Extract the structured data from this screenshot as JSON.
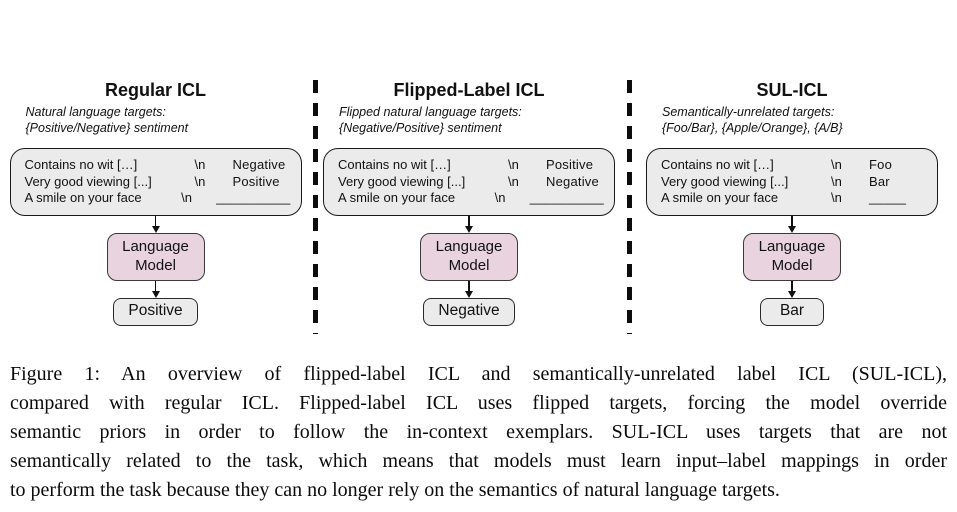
{
  "figure": {
    "panels": [
      {
        "title": "Regular ICL",
        "subtitle_line1": "Natural language targets:",
        "subtitle_line2": "{Positive/Negative} sentiment",
        "rows": [
          {
            "text": "Contains no wit […]",
            "sep": "\\n",
            "label": "Negative"
          },
          {
            "text": "Very good viewing [...]",
            "sep": "\\n",
            "label": "Positive"
          },
          {
            "text": "A smile on your face",
            "sep": "\\n",
            "label": "__________"
          }
        ],
        "model_line1": "Language",
        "model_line2": "Model",
        "output": "Positive"
      },
      {
        "title": "Flipped-Label ICL",
        "subtitle_line1": "Flipped natural language targets:",
        "subtitle_line2": "{Negative/Positive} sentiment",
        "rows": [
          {
            "text": "Contains no wit […]",
            "sep": "\\n",
            "label": "Positive"
          },
          {
            "text": "Very good viewing [...]",
            "sep": "\\n",
            "label": "Negative"
          },
          {
            "text": "A smile on your face",
            "sep": "\\n",
            "label": "__________"
          }
        ],
        "model_line1": "Language",
        "model_line2": "Model",
        "output": "Negative"
      },
      {
        "title": "SUL-ICL",
        "subtitle_line1": "Semantically-unrelated targets:",
        "subtitle_line2": "{Foo/Bar}, {Apple/Orange}, {A/B}",
        "rows": [
          {
            "text": "Contains no wit […]",
            "sep": "\\n",
            "label": "Foo"
          },
          {
            "text": "Very good viewing [...]",
            "sep": "\\n",
            "label": "Bar"
          },
          {
            "text": "A smile on your face",
            "sep": "\\n",
            "label": "_____"
          }
        ],
        "model_line1": "Language",
        "model_line2": "Model",
        "output": "Bar"
      }
    ],
    "colors": {
      "model_box_fill": "#e9d3de",
      "example_box_fill": "#ebebeb",
      "output_box_fill": "#ebebeb",
      "border": "#1a1a1a"
    }
  },
  "caption": {
    "lines": [
      "Figure 1: An overview of flipped-label ICL and semantically-unrelated label ICL (SUL-ICL),",
      "compared with regular ICL. Flipped-label ICL uses flipped targets, forcing the model override",
      "semantic priors in order to follow the in-context exemplars. SUL-ICL uses targets that are not",
      "semantically related to the task, which means that models must learn input–label mappings in order",
      "to perform the task because they can no longer rely on the semantics of natural language targets."
    ]
  }
}
